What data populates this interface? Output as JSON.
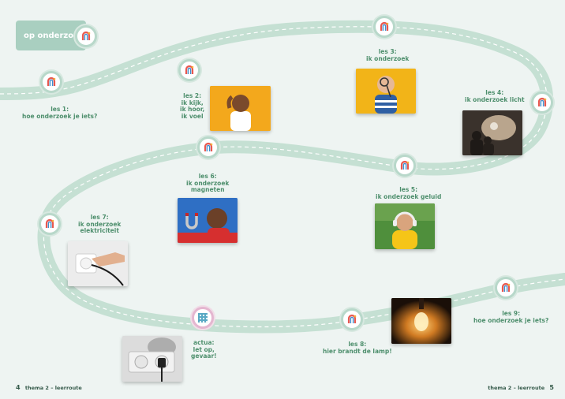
{
  "title": "op onderzoek",
  "colors": {
    "route": "#c5e0d3",
    "route_dash": "#ffffff",
    "label": "#4e8f6d",
    "title_bg": "#a9cfc0",
    "icon_red": "#e8584f",
    "icon_blue": "#3e8fcf",
    "icon_yellow": "#f3b43a"
  },
  "icons": {
    "stop": "magnet-icon",
    "actua": "qr-code-icon"
  },
  "lessons": [
    {
      "id": "les1",
      "lines": [
        "les 1:",
        "hoe onderzoek je iets?"
      ]
    },
    {
      "id": "les2",
      "lines": [
        "les 2:",
        "ik kijk,",
        "ik hoor,",
        "ik voel"
      ]
    },
    {
      "id": "les3",
      "lines": [
        "les 3:",
        "ik onderzoek"
      ]
    },
    {
      "id": "les4",
      "lines": [
        "les 4:",
        "ik onderzoek licht"
      ]
    },
    {
      "id": "les5",
      "lines": [
        "les 5:",
        "ik onderzoek geluid"
      ]
    },
    {
      "id": "les6",
      "lines": [
        "les 6:",
        "ik onderzoek",
        "magneten"
      ]
    },
    {
      "id": "les7",
      "lines": [
        "les 7:",
        "ik onderzoek",
        "elektriciteit"
      ]
    },
    {
      "id": "actua",
      "lines": [
        "actua:",
        "let op,",
        "gevaar!"
      ]
    },
    {
      "id": "les8",
      "lines": [
        "les 8:",
        "hier brandt de lamp!"
      ]
    },
    {
      "id": "les9",
      "lines": [
        "les 9:",
        "hoe onderzoek je iets?"
      ]
    }
  ],
  "footer": {
    "left_page": "4",
    "left_text": "thema 2 – leerroute",
    "right_text": "thema 2 – leerroute",
    "right_page": "5"
  }
}
